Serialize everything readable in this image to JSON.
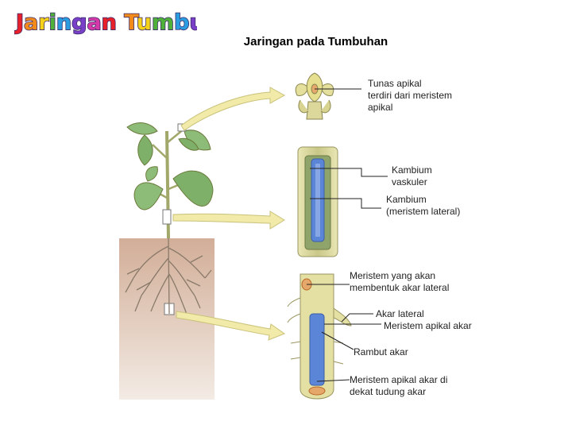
{
  "logo": {
    "text": "Jaringan Tumbuhan"
  },
  "title": "Jaringan pada Tumbuhan",
  "labels": {
    "tunas": "Tunas apikal\nterdiri dari meristem\napikal",
    "kambium_vaskuler": "Kambium\nvaskuler",
    "kambium_lateral": "Kambium\n(meristem lateral)",
    "meristem_akar_lateral": "Meristem yang akan\nmembentuk akar lateral",
    "akar_lateral": "Akar lateral",
    "meristem_apikal_akar": "Meristem apikal akar",
    "rambut_akar": "Rambut akar",
    "meristem_tudung": "Meristem apikal akar di\ndekat tudung akar"
  },
  "colors": {
    "logo_letters": [
      "#e8202a",
      "#f28a1c",
      "#f5d21a",
      "#4fb03a",
      "#2a9de0",
      "#7a3fc8",
      "#d63aa8",
      "#e8202a",
      "#f28a1c",
      "#f5d21a",
      "#4fb03a",
      "#2a9de0",
      "#7a3fc8",
      "#d63aa8",
      "#e8202a",
      "#f28a1c",
      "#4fb03a"
    ],
    "leaf": "#7fb06a",
    "stem": "#c8c886",
    "soil": "#d8b9a4",
    "vascular": "#5b85d6",
    "arrow": "#f1eaa8"
  }
}
